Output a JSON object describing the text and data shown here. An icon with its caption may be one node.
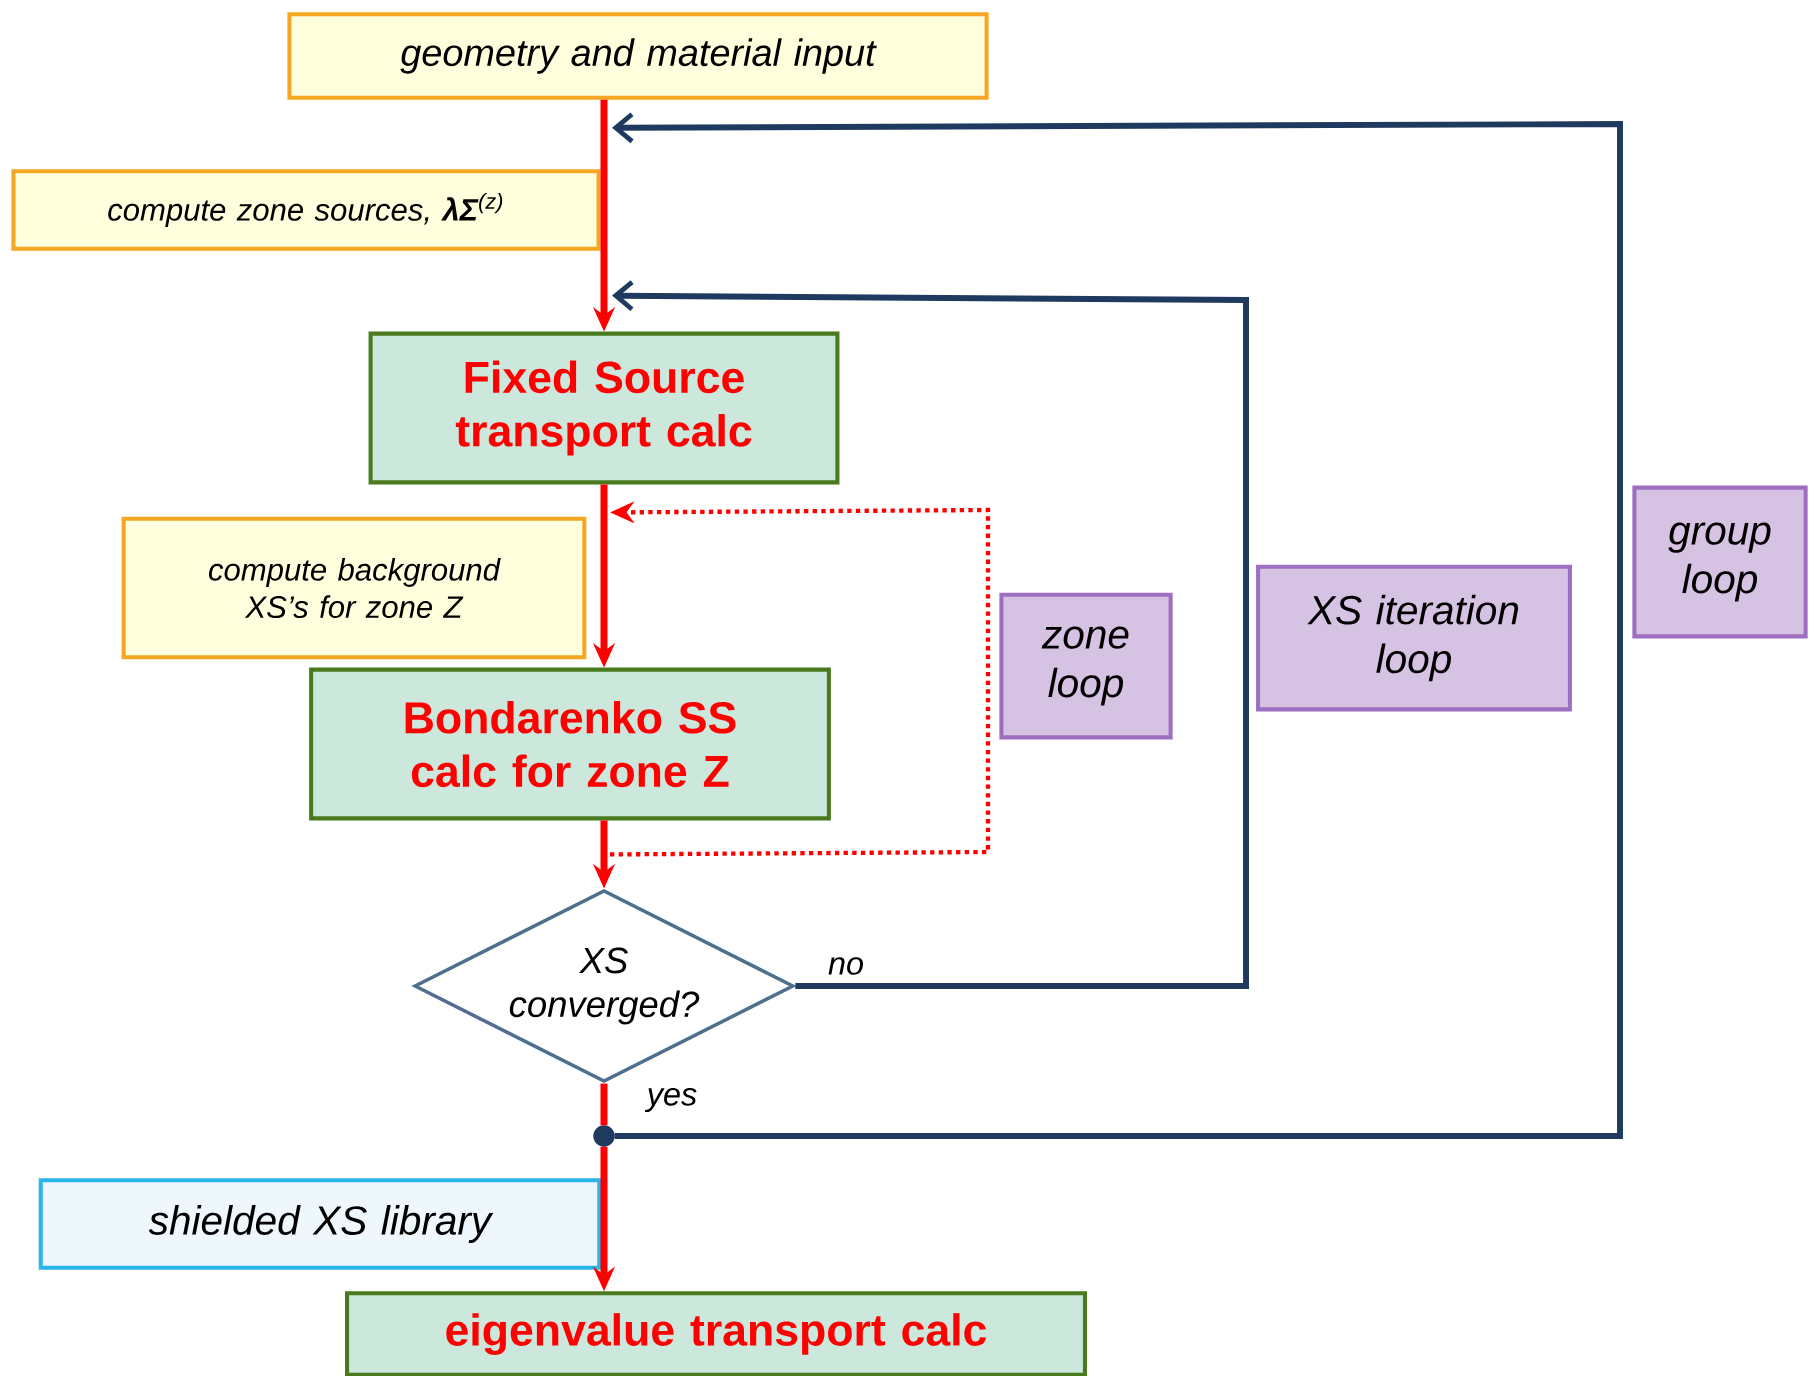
{
  "diagram": {
    "nodes": [
      {
        "text": [
          "geometry and material input"
        ]
      },
      {
        "text": [
          "compute zone sources, **λΣ**$^{(z)}$"
        ]
      },
      {
        "text": [
          "Fixed Source transport calc"
        ]
      },
      {
        "text": [
          "compute background XS’s for zone Z"
        ]
      },
      {
        "text": [
          "Bondarenko SS calc for zone Z"
        ]
      },
      {
        "text": [
          "XS converged?"
        ]
      },
      {
        "text": [],
        "shape": "circle"
      },
      {
        "text": [
          "shielded XS library"
        ]
      },
      {
        "text": [
          "eigenvalue transport calc"
        ]
      },
      {
        "text": [
          "zone loop"
        ]
      },
      {
        "text": [
          "XS iteration loop"
        ]
      },
      {
        "text": [
          "group loop"
        ]
      }
    ],
    "edges": [
      {
        "from": 0,
        "to": 2,
        "arrow": "to"
      },
      {
        "from": 2,
        "to": 4,
        "arrow": "to"
      },
      {
        "from": 4,
        "to": 5,
        "arrow": "to"
      },
      {
        "from": 5,
        "to": 6,
        "arrow": "none",
        "label": "yes"
      },
      {
        "from": 6,
        "to": 8,
        "arrow": "to"
      },
      {
        "from": 4,
        "to": 2,
        "arrow": "to",
        "style": "dashed"
      },
      {
        "from": 5,
        "to": 2,
        "arrow": "to",
        "label": "no",
        "color": "#1f3a5f"
      },
      {
        "from": 6,
        "to": 0,
        "arrow": "to",
        "color": "#1f3a5f"
      }
    ]
  }
}
